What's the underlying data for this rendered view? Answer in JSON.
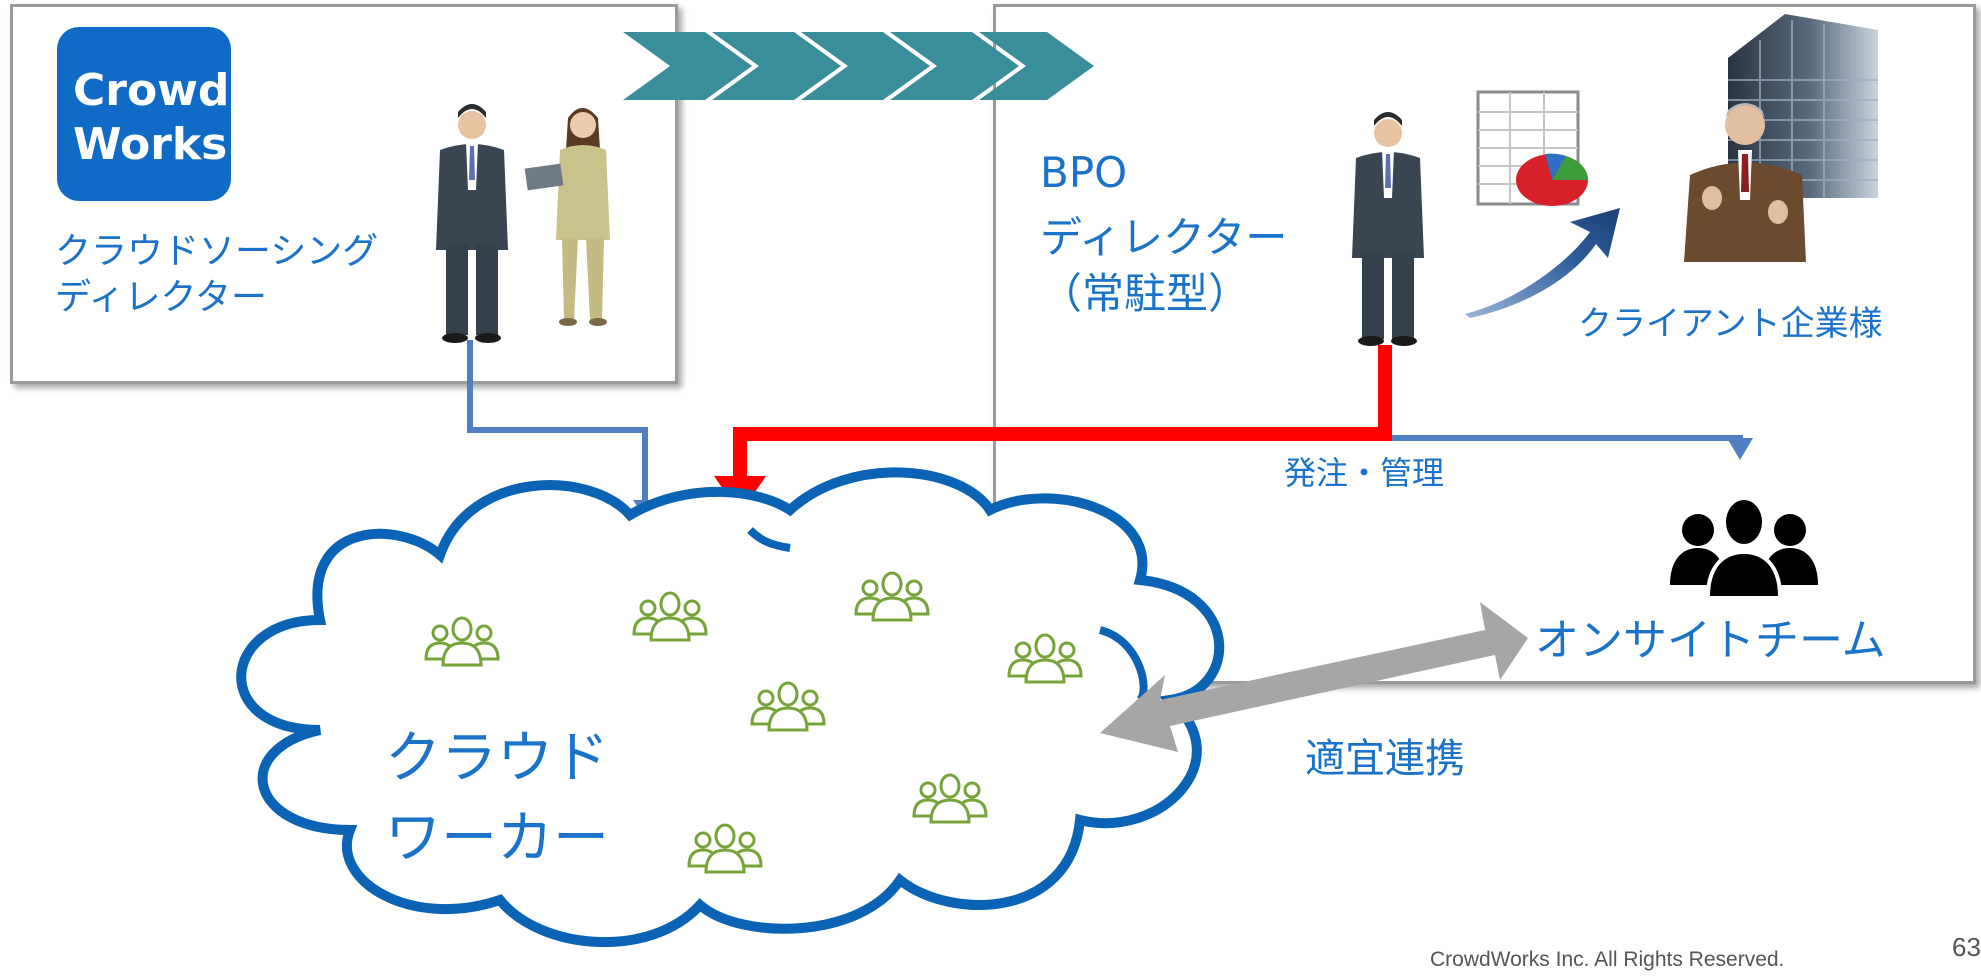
{
  "logo": {
    "line1": "Crowd",
    "line2": "Works"
  },
  "left_panel": {
    "line1": "クラウドソーシング",
    "line2": "ディレクター"
  },
  "right_panel": {
    "bpo_line1": "BPO",
    "bpo_line2": "ディレクター",
    "bpo_line3": "（常駐型）",
    "client_label": "クライアント企業様"
  },
  "order_label": "発注・管理",
  "onsite_label": "オンサイトチーム",
  "link_label": "適宜連携",
  "cloud": {
    "line1": "クラウド",
    "line2": "ワーカー"
  },
  "footer": {
    "copyright": "CrowdWorks Inc. All Rights Reserved.",
    "page": "63"
  },
  "colors": {
    "blue_text": "#1a73c8",
    "logo_blue": "#0f6bc6",
    "cloud_blue": "#0a63b4",
    "chevron": "#3a8e9b",
    "red_arrow": "#ff0000",
    "blue_line": "#4f7fc0",
    "gray_arrow": "#a6a6a6",
    "worker_icon": "#76a33a"
  }
}
